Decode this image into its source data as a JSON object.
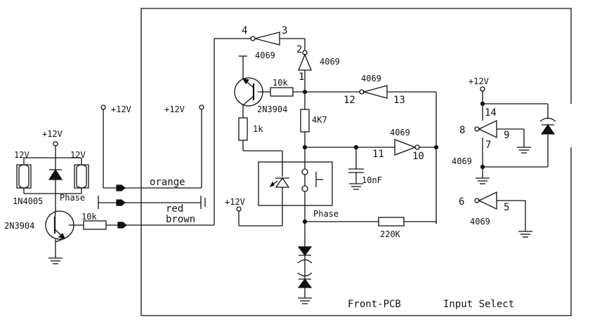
{
  "title_pcb": "Front-PCB",
  "title_function": "Input Select",
  "supply": "+12V",
  "cable": {
    "c1": "orange",
    "c2": "red",
    "c3": "brown"
  },
  "relay": {
    "coil_left": "12V",
    "coil_right": "12V",
    "contact": "Phase",
    "diode": "1N4005"
  },
  "driver": {
    "transistor": "2N3904",
    "base_resistor": "10k"
  },
  "pcb": {
    "transistor": "2N3904",
    "r_base": "10k",
    "r_collector": "1k",
    "r_pullup": "4K7",
    "cap": "10nF",
    "r_feedback": "220K",
    "switch_label": "Phase"
  },
  "gates": {
    "g1": {
      "part": "4069",
      "in": "4",
      "out": "3"
    },
    "g2": {
      "part": "4069",
      "in": "1",
      "out": "2"
    },
    "g3": {
      "part": "4069",
      "in": "13",
      "out": "12"
    },
    "g4": {
      "part": "4069",
      "in": "11",
      "out": "10"
    },
    "g5": {
      "part": "4069",
      "in": "9",
      "out": "8"
    },
    "g6": {
      "part": "4069",
      "in": "5",
      "out": "6"
    },
    "power": {
      "vdd": "14",
      "vss": "7"
    }
  }
}
